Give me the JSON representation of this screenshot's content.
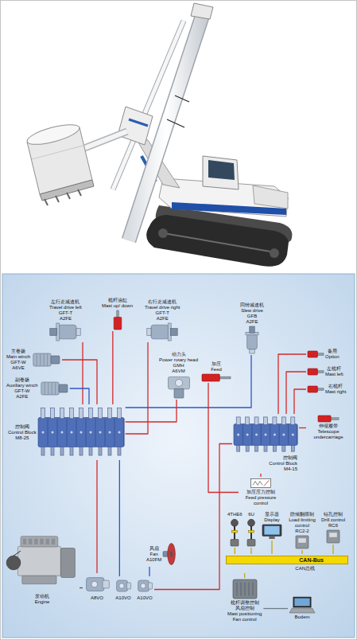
{
  "diagram": {
    "nodes": [
      {
        "text": [
          "桅杆油缸",
          "Mast up/ down"
        ]
      },
      {
        "text": [
          "左行走减速机",
          "Travel drive left",
          "GFT-T",
          "A2FE"
        ]
      },
      {
        "text": [
          "右行走减速机",
          "Travel drive right",
          "GFT-T",
          "A2FE"
        ]
      },
      {
        "text": [
          "回转减速机",
          "Slew drive",
          "GFB",
          "A2FE"
        ]
      },
      {
        "text": [
          "主卷扬",
          "Main winch",
          "GFT-W",
          "A6VE"
        ]
      },
      {
        "text": [
          "副卷扬",
          "Auxiliary winch",
          "GFT-W",
          "A2FE"
        ]
      },
      {
        "text": [
          "动力头",
          "Power rotary head",
          "GMH",
          "A6VM"
        ]
      },
      {
        "text": [
          "加压",
          "Feed"
        ]
      },
      {
        "text": [
          "控制阀",
          "Control Block",
          "M8-25"
        ]
      },
      {
        "text": [
          "备用",
          "Option"
        ]
      },
      {
        "text": [
          "左桅杆",
          "Mast left"
        ]
      },
      {
        "text": [
          "右桅杆",
          "Mast right"
        ]
      },
      {
        "text": [
          "伸缩履带",
          "Telescope undercarriage"
        ]
      },
      {
        "text": [
          "控制阀",
          "Control Block",
          "M4-15"
        ]
      },
      {
        "text": [
          "加压压力控制",
          "Feed pressure control"
        ]
      },
      {
        "text": [
          "4THE6"
        ]
      },
      {
        "text": [
          "6U"
        ]
      },
      {
        "text": [
          "显示器",
          "Display"
        ]
      },
      {
        "text": [
          "防倾翻限制",
          "Load limiting control",
          "RC2-2"
        ]
      },
      {
        "text": [
          "钻孔控制",
          "Drill control",
          "RC6"
        ]
      },
      {
        "text": [
          "CAN-Bus",
          "CAN总线"
        ]
      },
      {
        "text": [
          "桅杆调整控制",
          "风扇控制",
          "Mast positioning",
          "Fan control"
        ]
      },
      {
        "text": [
          "Bodem"
        ]
      },
      {
        "text": [
          "风扇",
          "Fan",
          "A10FM"
        ]
      },
      {
        "text": [
          "发动机",
          "Engine"
        ]
      },
      {
        "text": [
          "A8VO"
        ]
      },
      {
        "text": [
          "A10VO"
        ]
      },
      {
        "text": [
          "A10VO"
        ]
      }
    ],
    "edges": [
      {
        "from": 8,
        "to": 0,
        "arrow": "none"
      },
      {
        "from": 8,
        "to": 1,
        "arrow": "none"
      },
      {
        "from": 8,
        "to": 2,
        "arrow": "none"
      },
      {
        "from": 8,
        "to": 3,
        "arrow": "none"
      },
      {
        "from": 8,
        "to": 4,
        "arrow": "none"
      },
      {
        "from": 8,
        "to": 5,
        "arrow": "none"
      },
      {
        "from": 8,
        "to": 6,
        "arrow": "none"
      },
      {
        "from": 7,
        "to": 14,
        "arrow": "none"
      },
      {
        "from": 13,
        "to": 9,
        "arrow": "none"
      },
      {
        "from": 13,
        "to": 10,
        "arrow": "none"
      },
      {
        "from": 13,
        "to": 11,
        "arrow": "none"
      },
      {
        "from": 13,
        "to": 12,
        "arrow": "none"
      },
      {
        "from": 13,
        "to": 14,
        "arrow": "none"
      },
      {
        "from": 15,
        "to": 20,
        "arrow": "none"
      },
      {
        "from": 16,
        "to": 20,
        "arrow": "none"
      },
      {
        "from": 17,
        "to": 20,
        "arrow": "none"
      },
      {
        "from": 18,
        "to": 20,
        "arrow": "none"
      },
      {
        "from": 19,
        "to": 20,
        "arrow": "none"
      },
      {
        "from": 20,
        "to": 21,
        "arrow": "none"
      },
      {
        "from": 21,
        "to": 22,
        "arrow": "none"
      },
      {
        "from": 24,
        "to": 25,
        "arrow": "none"
      },
      {
        "from": 25,
        "to": 8,
        "arrow": "none"
      },
      {
        "from": 26,
        "to": 8,
        "arrow": "none"
      },
      {
        "from": 27,
        "to": 23,
        "arrow": "none"
      },
      {
        "from": 27,
        "to": 13,
        "arrow": "none"
      }
    ]
  }
}
